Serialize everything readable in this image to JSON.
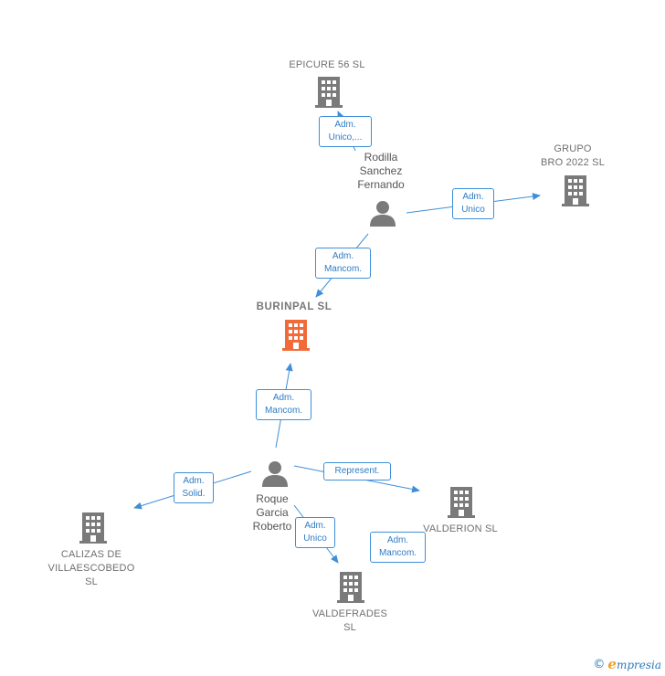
{
  "colors": {
    "edge": "#3e8fd8",
    "building": "#7a7a7a",
    "focus_building": "#f06a3a",
    "person": "#7a7a7a"
  },
  "companies": {
    "epicure": "EPICURE 56 SL",
    "grupo_bro": "GRUPO\nBRO 2022  SL",
    "burinpal": "BURINPAL  SL",
    "valderion": "VALDERION  SL",
    "calizas": "CALIZAS DE\nVILLAESCOBEDO\nSL",
    "valdefrades": "VALDEFRADES\nSL"
  },
  "persons": {
    "rodilla": "Rodilla\nSanchez\nFernando",
    "roque": "Roque\nGarcia\nRoberto"
  },
  "relations": {
    "rodilla_epicure": "Adm.\nUnico,...",
    "rodilla_grupo": "Adm.\nUnico",
    "rodilla_burinpal": "Adm.\nMancom.",
    "roque_burinpal": "Adm.\nMancom.",
    "roque_valderion": "Represent.",
    "roque_calizas": "Adm.\nSolid.",
    "roque_valdefrades": "Adm.\nUnico",
    "valderion_valdefrades": "Adm.\nMancom."
  },
  "brand": {
    "copyright": "©",
    "e_letter": "e",
    "name": "mpresia"
  }
}
